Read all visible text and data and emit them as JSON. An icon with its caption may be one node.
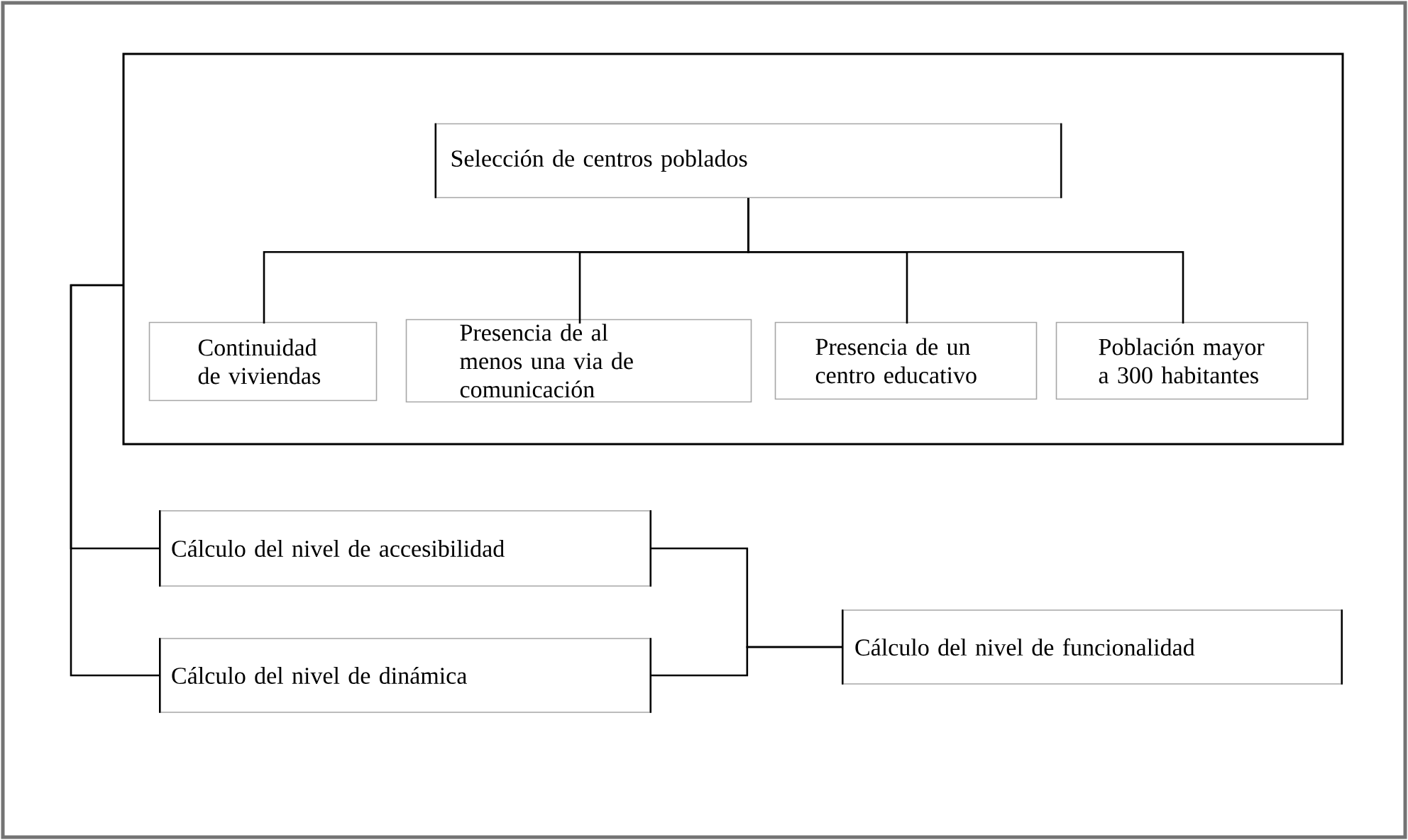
{
  "diagram": {
    "nodes": [
      {
        "text": [],
        "shape": "box"
      },
      {
        "text": [
          "Selección de centros poblados"
        ],
        "in": 0
      },
      {
        "text": [
          "Continuidad de viviendas"
        ],
        "in": 0
      },
      {
        "text": [
          "Presencia de al menos una via de comunicación"
        ],
        "in": 0
      },
      {
        "text": [
          "Presencia de un centro educativo"
        ],
        "in": 0
      },
      {
        "text": [
          "Población mayor a 300 habitantes"
        ],
        "in": 0
      },
      {
        "text": [
          "Cálculo del nivel de accesibilidad"
        ]
      },
      {
        "text": [
          "Cálculo del nivel de dinámica"
        ]
      },
      {
        "text": [
          "Cálculo del nivel de funcionalidad"
        ]
      }
    ],
    "edges": [
      {
        "from": 1,
        "to": 2,
        "arrow": "none"
      },
      {
        "from": 1,
        "to": 3,
        "arrow": "none"
      },
      {
        "from": 1,
        "to": 4,
        "arrow": "none"
      },
      {
        "from": 1,
        "to": 5,
        "arrow": "none"
      },
      {
        "from": 0,
        "to": 6,
        "arrow": "none"
      },
      {
        "from": 0,
        "to": 7,
        "arrow": "none"
      },
      {
        "from": 6,
        "to": 8,
        "arrow": "none"
      },
      {
        "from": 7,
        "to": 8,
        "arrow": "none"
      }
    ]
  }
}
